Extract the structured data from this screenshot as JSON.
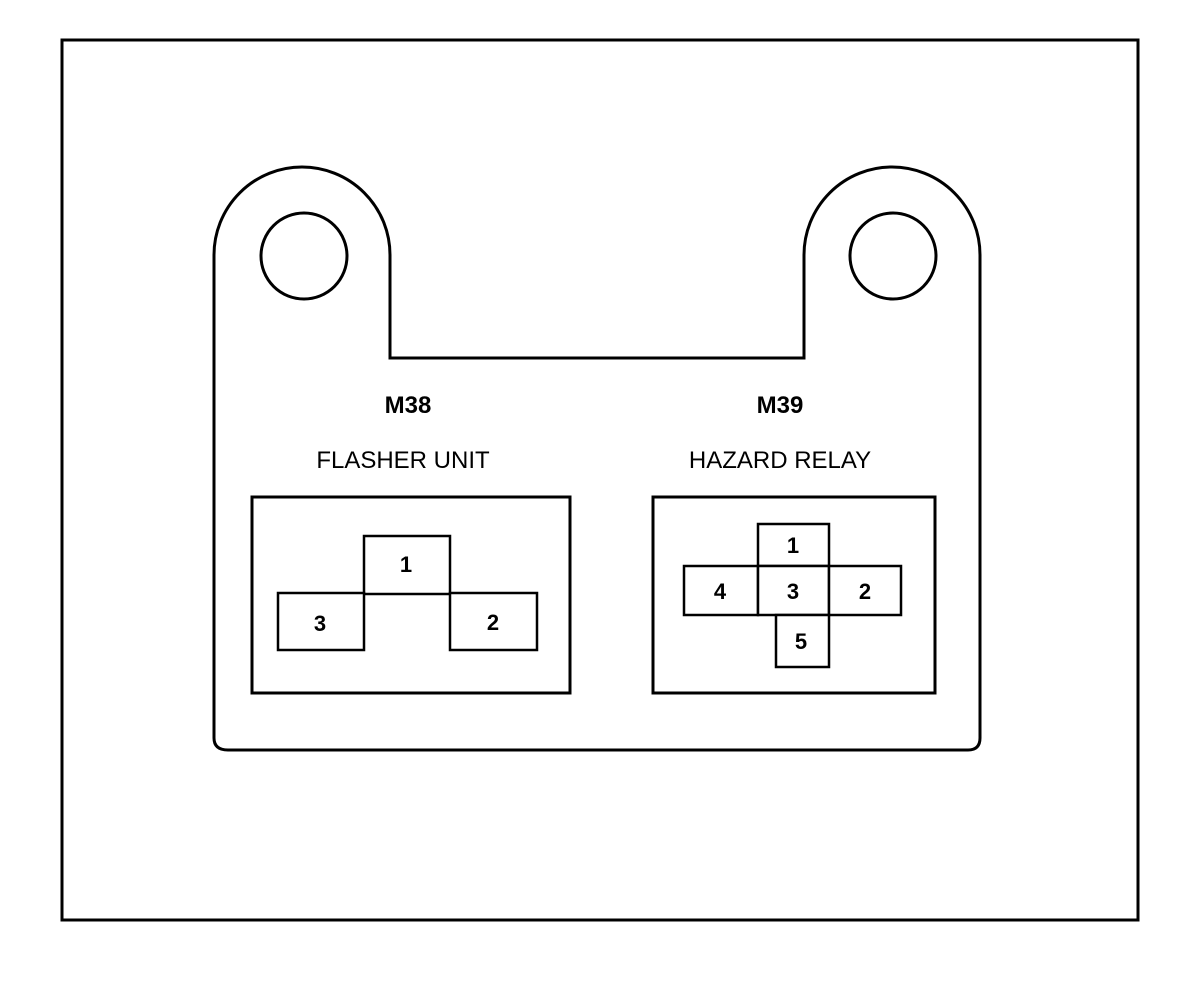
{
  "connectors": [
    {
      "code": "M38",
      "name": "FLASHER UNIT",
      "pins": [
        "1",
        "3",
        "2"
      ]
    },
    {
      "code": "M39",
      "name": "HAZARD RELAY",
      "pins": [
        "1",
        "4",
        "3",
        "2",
        "5"
      ]
    }
  ]
}
